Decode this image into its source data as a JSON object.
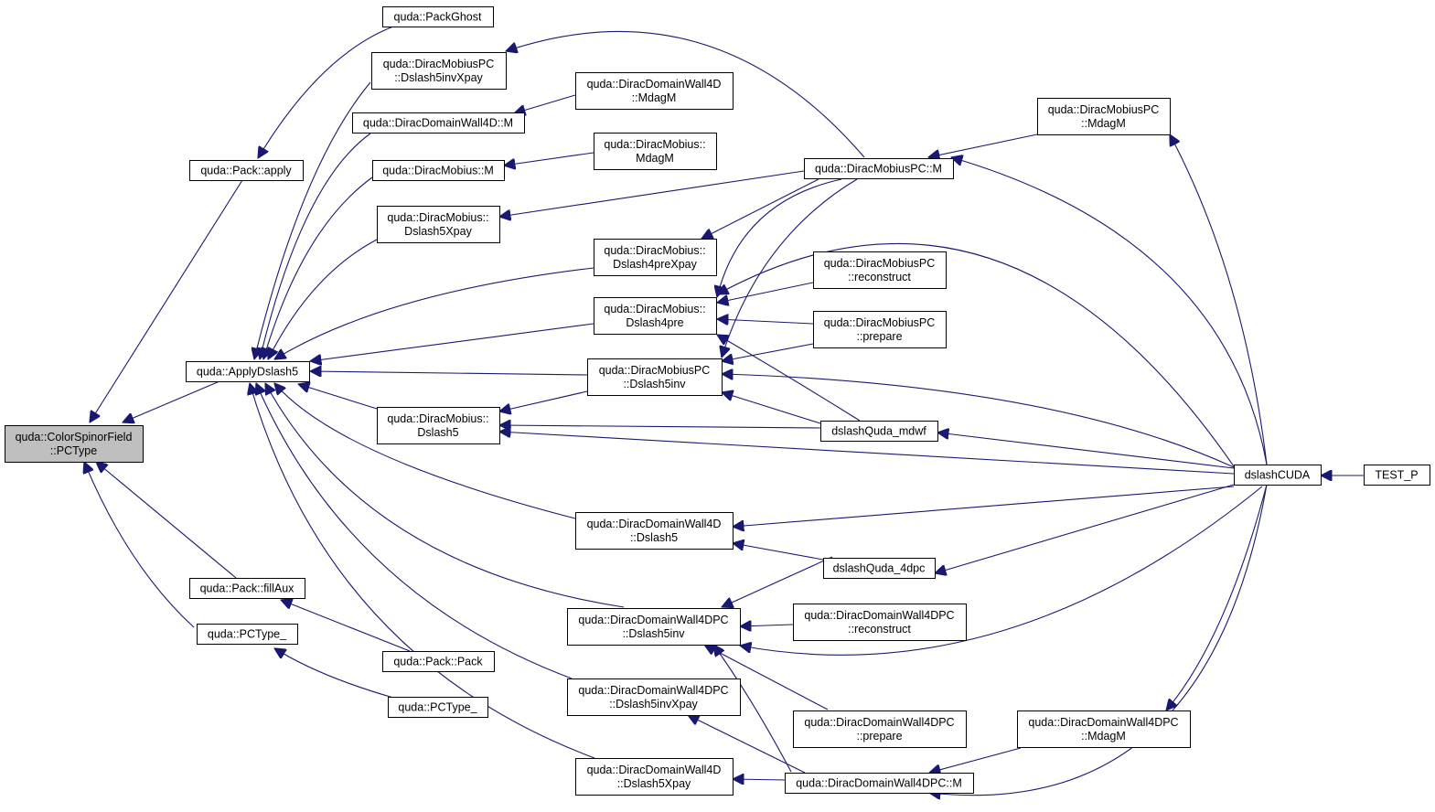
{
  "colors": {
    "edge": "#191970",
    "node_fill": "#ffffff",
    "root_fill": "#bfbfbf",
    "node_stroke": "#000000",
    "text": "#000000"
  },
  "nodes": [
    {
      "id": "root",
      "lines": [
        "quda::ColorSpinorField",
        "::PCType"
      ],
      "root": true
    },
    {
      "id": "packGhost",
      "lines": [
        "quda::PackGhost"
      ]
    },
    {
      "id": "packApply",
      "lines": [
        "quda::Pack::apply"
      ]
    },
    {
      "id": "applyDslash5",
      "lines": [
        "quda::ApplyDslash5"
      ]
    },
    {
      "id": "packFillAux",
      "lines": [
        "quda::Pack::fillAux"
      ]
    },
    {
      "id": "pcTypeA",
      "lines": [
        "quda::PCType_"
      ]
    },
    {
      "id": "mpcDslash5invXpay",
      "lines": [
        "quda::DiracMobiusPC",
        "::Dslash5invXpay"
      ]
    },
    {
      "id": "dw4dM",
      "lines": [
        "quda::DiracDomainWall4D::M"
      ]
    },
    {
      "id": "mobM",
      "lines": [
        "quda::DiracMobius::M"
      ]
    },
    {
      "id": "mobDslash5Xpay",
      "lines": [
        "quda::DiracMobius::",
        "Dslash5Xpay"
      ]
    },
    {
      "id": "mobDslash5",
      "lines": [
        "quda::DiracMobius::",
        "Dslash5"
      ]
    },
    {
      "id": "packPack",
      "lines": [
        "quda::Pack::Pack"
      ]
    },
    {
      "id": "pcTypeB",
      "lines": [
        "quda::PCType_"
      ]
    },
    {
      "id": "dw4dMdagM",
      "lines": [
        "quda::DiracDomainWall4D",
        "::MdagM"
      ]
    },
    {
      "id": "mobMdagM",
      "lines": [
        "quda::DiracMobius::",
        "MdagM"
      ]
    },
    {
      "id": "mobDslash4preXpay",
      "lines": [
        "quda::DiracMobius::",
        "Dslash4preXpay"
      ]
    },
    {
      "id": "mobDslash4pre",
      "lines": [
        "quda::DiracMobius::",
        "Dslash4pre"
      ]
    },
    {
      "id": "mpcDslash5inv",
      "lines": [
        "quda::DiracMobiusPC",
        "::Dslash5inv"
      ]
    },
    {
      "id": "dw4dDslash5",
      "lines": [
        "quda::DiracDomainWall4D",
        "::Dslash5"
      ]
    },
    {
      "id": "dw4dpcDslash5inv",
      "lines": [
        "quda::DiracDomainWall4DPC",
        "::Dslash5inv"
      ]
    },
    {
      "id": "dw4dpcDslash5invXpay",
      "lines": [
        "quda::DiracDomainWall4DPC",
        "::Dslash5invXpay"
      ]
    },
    {
      "id": "dw4dDslash5Xpay",
      "lines": [
        "quda::DiracDomainWall4D",
        "::Dslash5Xpay"
      ]
    },
    {
      "id": "mpcMdagM",
      "lines": [
        "quda::DiracMobiusPC",
        "::MdagM"
      ]
    },
    {
      "id": "mpcM",
      "lines": [
        "quda::DiracMobiusPC::M"
      ]
    },
    {
      "id": "mpcReconstruct",
      "lines": [
        "quda::DiracMobiusPC",
        "::reconstruct"
      ]
    },
    {
      "id": "mpcPrepare",
      "lines": [
        "quda::DiracMobiusPC",
        "::prepare"
      ]
    },
    {
      "id": "mdwf",
      "lines": [
        "dslashQuda_mdwf"
      ]
    },
    {
      "id": "q4dpc",
      "lines": [
        "dslashQuda_4dpc"
      ]
    },
    {
      "id": "dw4dpcReconstruct",
      "lines": [
        "quda::DiracDomainWall4DPC",
        "::reconstruct"
      ]
    },
    {
      "id": "dw4dpcPrepare",
      "lines": [
        "quda::DiracDomainWall4DPC",
        "::prepare"
      ]
    },
    {
      "id": "dw4dpcMdagM",
      "lines": [
        "quda::DiracDomainWall4DPC",
        "::MdagM"
      ]
    },
    {
      "id": "dw4dpcM",
      "lines": [
        "quda::DiracDomainWall4DPC::M"
      ]
    },
    {
      "id": "dslashCUDA",
      "lines": [
        "dslashCUDA"
      ]
    },
    {
      "id": "testP",
      "lines": [
        "TEST_P"
      ]
    }
  ],
  "edges": [
    {
      "from": "packApply",
      "to": "root"
    },
    {
      "from": "applyDslash5",
      "to": "root"
    },
    {
      "from": "packFillAux",
      "to": "root"
    },
    {
      "from": "pcTypeA",
      "to": "root"
    },
    {
      "from": "packGhost",
      "to": "packApply"
    },
    {
      "from": "mpcDslash5invXpay",
      "to": "applyDslash5"
    },
    {
      "from": "dw4dM",
      "to": "applyDslash5"
    },
    {
      "from": "mobM",
      "to": "applyDslash5"
    },
    {
      "from": "mobDslash5Xpay",
      "to": "applyDslash5"
    },
    {
      "from": "mobDslash4preXpay",
      "to": "applyDslash5"
    },
    {
      "from": "mobDslash4pre",
      "to": "applyDslash5"
    },
    {
      "from": "mpcDslash5inv",
      "to": "applyDslash5"
    },
    {
      "from": "mobDslash5",
      "to": "applyDslash5"
    },
    {
      "from": "dw4dDslash5",
      "to": "applyDslash5"
    },
    {
      "from": "dw4dpcDslash5inv",
      "to": "applyDslash5"
    },
    {
      "from": "dw4dpcDslash5invXpay",
      "to": "applyDslash5"
    },
    {
      "from": "dw4dDslash5Xpay",
      "to": "applyDslash5"
    },
    {
      "from": "packPack",
      "to": "packFillAux"
    },
    {
      "from": "pcTypeB",
      "to": "pcTypeA"
    },
    {
      "from": "mpcM",
      "to": "mpcDslash5invXpay"
    },
    {
      "from": "dw4dMdagM",
      "to": "dw4dM"
    },
    {
      "from": "mobMdagM",
      "to": "mobM"
    },
    {
      "from": "mpcM",
      "to": "mobDslash5Xpay"
    },
    {
      "from": "mpcM",
      "to": "mobDslash4preXpay"
    },
    {
      "from": "mpcM",
      "to": "mobDslash4pre"
    },
    {
      "from": "mpcReconstruct",
      "to": "mobDslash4pre"
    },
    {
      "from": "mpcPrepare",
      "to": "mobDslash4pre"
    },
    {
      "from": "mdwf",
      "to": "mobDslash4pre"
    },
    {
      "from": "dslashCUDA",
      "to": "mobDslash4pre"
    },
    {
      "from": "mpcM",
      "to": "mpcDslash5inv"
    },
    {
      "from": "mpcPrepare",
      "to": "mpcDslash5inv"
    },
    {
      "from": "mdwf",
      "to": "mpcDslash5inv"
    },
    {
      "from": "dslashCUDA",
      "to": "mpcDslash5inv"
    },
    {
      "from": "mpcDslash5inv",
      "to": "mobDslash5"
    },
    {
      "from": "mdwf",
      "to": "mobDslash5"
    },
    {
      "from": "dslashCUDA",
      "to": "mobDslash5"
    },
    {
      "from": "dslashCUDA",
      "to": "dw4dDslash5"
    },
    {
      "from": "q4dpc",
      "to": "dw4dDslash5"
    },
    {
      "from": "q4dpc",
      "to": "dw4dpcDslash5inv"
    },
    {
      "from": "dw4dpcReconstruct",
      "to": "dw4dpcDslash5inv"
    },
    {
      "from": "dw4dpcPrepare",
      "to": "dw4dpcDslash5inv"
    },
    {
      "from": "dw4dpcM",
      "to": "dw4dpcDslash5inv"
    },
    {
      "from": "dslashCUDA",
      "to": "dw4dpcDslash5inv"
    },
    {
      "from": "dw4dpcM",
      "to": "dw4dpcDslash5invXpay"
    },
    {
      "from": "dw4dpcM",
      "to": "dw4dDslash5Xpay"
    },
    {
      "from": "mpcMdagM",
      "to": "mpcM"
    },
    {
      "from": "dslashCUDA",
      "to": "mpcM"
    },
    {
      "from": "dslashCUDA",
      "to": "mpcMdagM"
    },
    {
      "from": "dslashCUDA",
      "to": "mdwf"
    },
    {
      "from": "dslashCUDA",
      "to": "q4dpc"
    },
    {
      "from": "dw4dpcMdagM",
      "to": "dw4dpcM"
    },
    {
      "from": "dslashCUDA",
      "to": "dw4dpcM"
    },
    {
      "from": "dslashCUDA",
      "to": "dw4dpcMdagM"
    },
    {
      "from": "testP",
      "to": "dslashCUDA"
    }
  ]
}
